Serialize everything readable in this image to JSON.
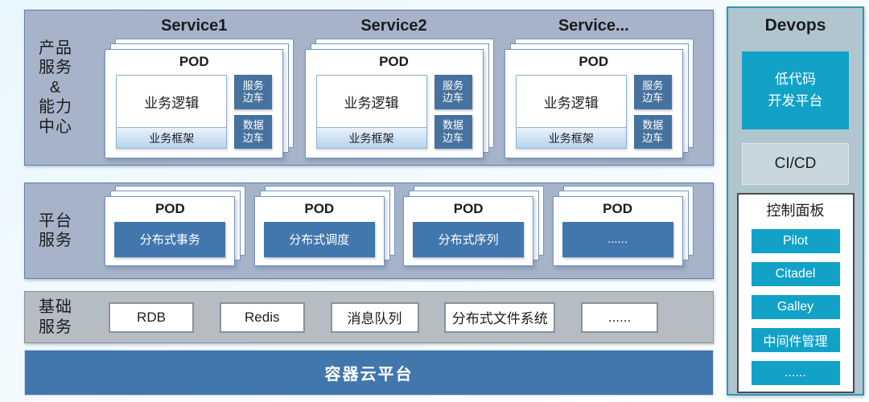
{
  "colors": {
    "page_bg_start": "#e8f7fd",
    "page_bg_end": "#ffffff",
    "band_bluegray": "#a6b3c9",
    "band_border": "#5d80b2",
    "gray_band": "#b6bcc4",
    "gray_band_border": "#8b9199",
    "steel_blue": "#4277ad",
    "sidecar_blue": "#47729e",
    "card_border": "#6f95c3",
    "inner_border": "#92b1d4",
    "framework_grad_top": "#e9f2fb",
    "framework_grad_bottom": "#b7d3ef",
    "teal": "#12a2c8",
    "devops_bg": "#b0c5cd",
    "devops_border": "#2d96b5",
    "cicd_bg": "#c6d6dc",
    "cicd_border": "#dfe9ec",
    "panel_border": "#4a4c52",
    "bottom_border": "#c7d7e8",
    "text_dark": "#1c1c1e"
  },
  "layers": {
    "product": {
      "label_lines": {
        "l1": "产品",
        "l2": "服务",
        "l3": "&",
        "l4": "能力",
        "l5": "中心"
      },
      "pod_label": "POD",
      "business_logic": "业务逻辑",
      "business_framework": "业务框架",
      "sidecar_service": {
        "line1": "服务",
        "line2": "边车"
      },
      "sidecar_data": {
        "line1": "数据",
        "line2": "边车"
      },
      "services": [
        {
          "title": "Service1"
        },
        {
          "title": "Service2"
        },
        {
          "title": "Service..."
        }
      ]
    },
    "platform": {
      "label_lines": {
        "l1": "平台",
        "l2": "服务"
      },
      "pod_label": "POD",
      "pods": [
        {
          "name": "分布式事务"
        },
        {
          "name": "分布式调度"
        },
        {
          "name": "分布式序列"
        },
        {
          "name": "......"
        }
      ]
    },
    "infra": {
      "label_lines": {
        "l1": "基础",
        "l2": "服务"
      },
      "items": [
        {
          "name": "RDB"
        },
        {
          "name": "Redis"
        },
        {
          "name": "消息队列"
        },
        {
          "name": "分布式文件系统"
        },
        {
          "name": "......"
        }
      ]
    },
    "container": {
      "label": "容器云平台"
    }
  },
  "devops": {
    "title": "Devops",
    "low_code_platform": {
      "line1": "低代码",
      "line2": "开发平台"
    },
    "ci_cd": "CI/CD",
    "control_panel": {
      "title": "控制面板",
      "buttons": [
        {
          "label": "Pilot"
        },
        {
          "label": "Citadel"
        },
        {
          "label": "Galley"
        },
        {
          "label": "中间件管理"
        },
        {
          "label": "......"
        }
      ]
    }
  }
}
